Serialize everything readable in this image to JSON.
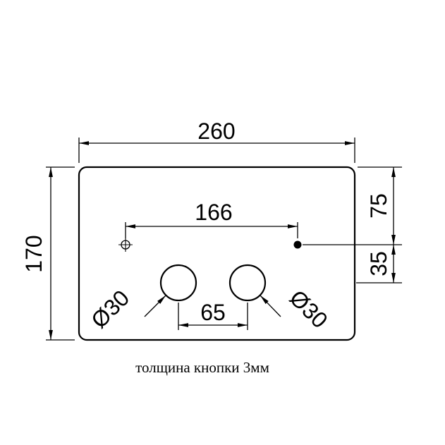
{
  "page": {
    "background": "#ffffff",
    "line_color": "#000000"
  },
  "drawing": {
    "caption": "толщина кнопки 3мм",
    "dims": {
      "plate_width": "260",
      "plate_height": "170",
      "hole_spacing": "166",
      "button_spacing": "65",
      "left_button_diameter": "Ø30",
      "right_button_diameter": "Ø30",
      "top_to_hole": "75",
      "hole_to_button": "35"
    }
  }
}
